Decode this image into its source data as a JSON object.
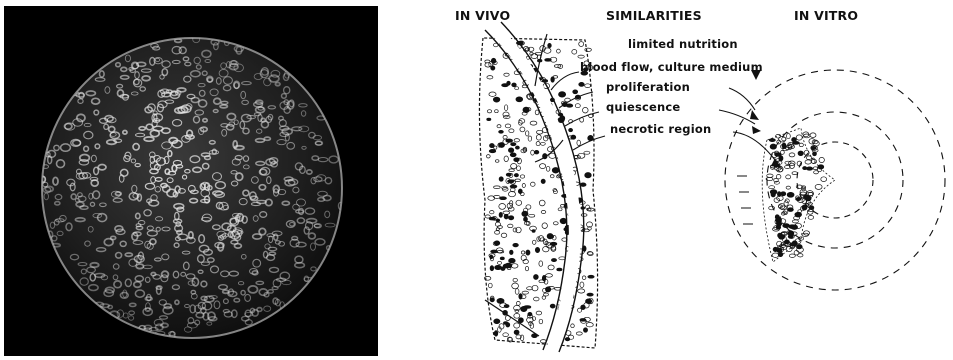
{
  "figure": {
    "header_in_vivo": "IN VIVO",
    "header_similarities": "SIMILARITIES",
    "header_in_vitro": "IN VITRO",
    "annotations": [
      "limited nutrition",
      "blood flow, culture medium",
      "proliferation",
      "quiescence",
      "necrotic region"
    ]
  },
  "colors": {
    "ink": "#111111",
    "photo_background": "#000000",
    "photo_highlight": "#e6e6e6"
  }
}
